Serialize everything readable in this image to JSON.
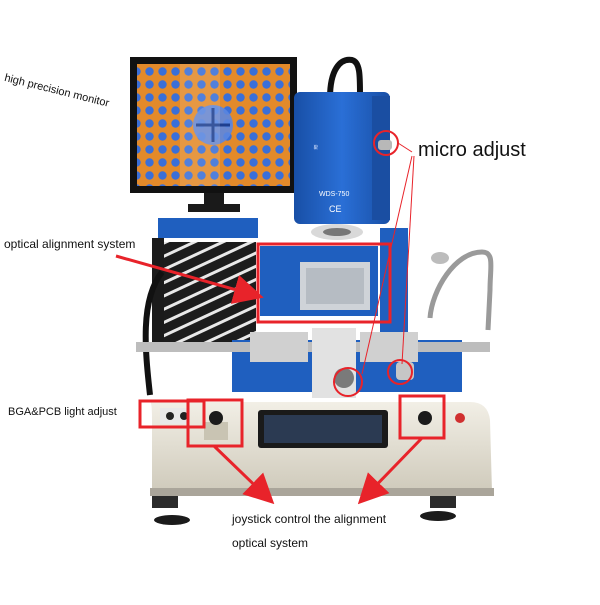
{
  "labels": {
    "monitor": "high precision monitor",
    "micro_adjust": "micro adjust",
    "optical_alignment": "optical alignment system",
    "light_adjust": "BGA&PCB light adjust",
    "joystick_line1": "joystick control the alignment",
    "joystick_line2": "optical system"
  },
  "machine": {
    "model_plate": "WDS-750",
    "ce_mark": "CE"
  },
  "colors": {
    "annotation": "#e8232a",
    "body_blue": "#1f5fbf",
    "base_cream": "#e7e3d6",
    "frame_black": "#1b1b1b"
  }
}
